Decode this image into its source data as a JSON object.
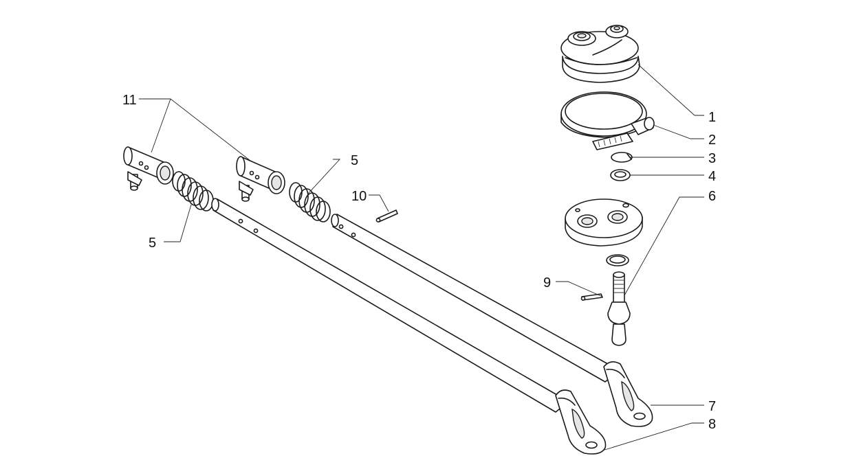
{
  "callouts": {
    "c1": "1",
    "c2": "2",
    "c3": "3",
    "c4": "4",
    "c5a": "5",
    "c5b": "5",
    "c6": "6",
    "c7": "7",
    "c8": "8",
    "c9": "9",
    "c10": "10",
    "c11": "11"
  },
  "colors": {
    "ink": "#1a1a1a",
    "paper": "#ffffff"
  }
}
